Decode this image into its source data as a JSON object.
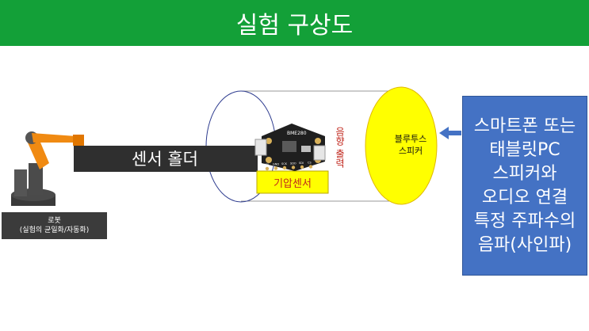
{
  "title": "실험 구상도",
  "sensor_holder": "센서 홀더",
  "pressure_sensor": "기압센서",
  "vertical_text": "음향 출력",
  "speaker": {
    "line1": "블루투스",
    "line2": "스피커"
  },
  "robot_caption": {
    "line1": "로봇",
    "line2": "(실험의 균일화/자동화)"
  },
  "sensor_chip": {
    "model": "BME280",
    "pins": [
      "VIN",
      "GND",
      "SCK",
      "SDO",
      "SDI",
      "CS"
    ]
  },
  "info_box": {
    "lines": [
      "스마트폰 또는",
      "태블릿PC",
      "스피커와",
      "오디오 연결",
      "특정 주파수의",
      "음파(사인파)"
    ]
  },
  "colors": {
    "title_bar": "#13a038",
    "speaker_fill": "#ffff00",
    "info_box": "#4472c4",
    "accent_text": "#c0261c"
  }
}
